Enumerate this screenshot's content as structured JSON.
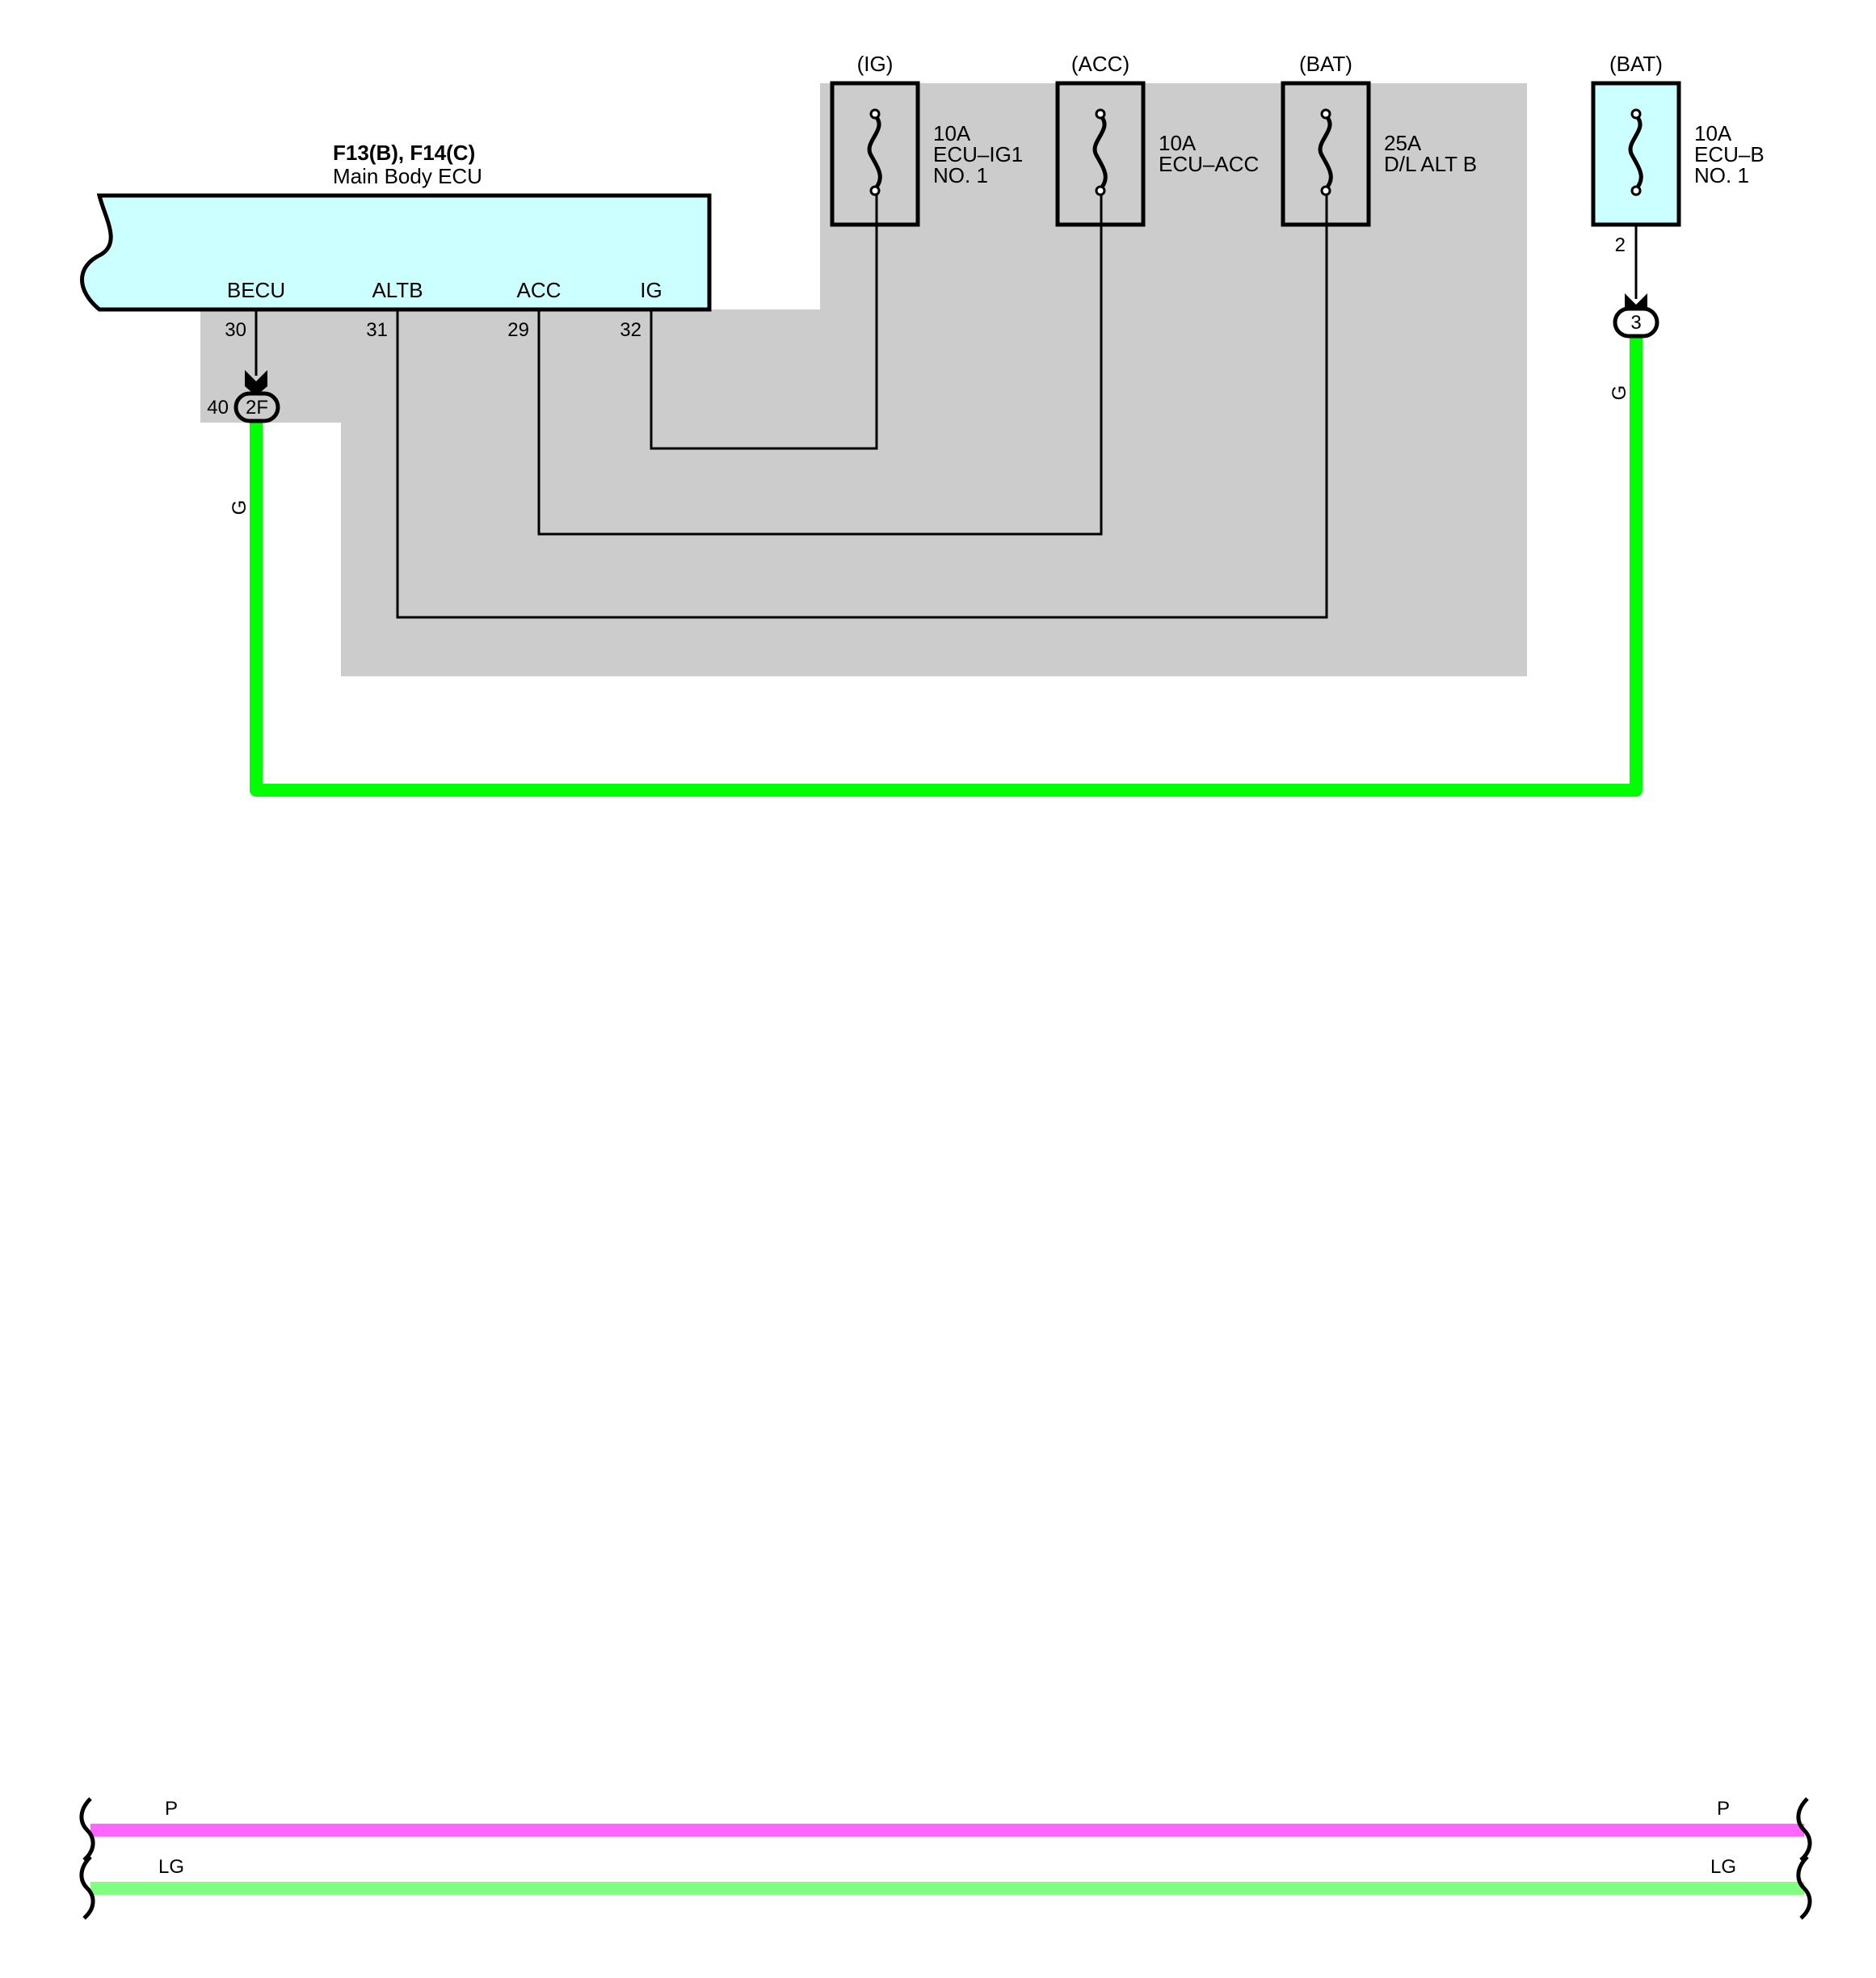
{
  "ecu": {
    "connector": "F13(B), F14(C)",
    "name": "Main Body ECU",
    "terminals": [
      {
        "name": "BECU",
        "pin": "30"
      },
      {
        "name": "ALTB",
        "pin": "31"
      },
      {
        "name": "ACC",
        "pin": "29"
      },
      {
        "name": "IG",
        "pin": "32"
      }
    ]
  },
  "fuses": [
    {
      "source": "(IG)",
      "rating": "10A",
      "name1": "ECU–IG1",
      "name2": "NO. 1"
    },
    {
      "source": "(ACC)",
      "rating": "10A",
      "name1": "ECU–ACC",
      "name2": ""
    },
    {
      "source": "(BAT)",
      "rating": "25A",
      "name1": "D/L ALT B",
      "name2": ""
    },
    {
      "source": "(BAT)",
      "rating": "10A",
      "name1": "ECU–B",
      "name2": "NO. 1"
    }
  ],
  "connectors": {
    "left": {
      "pin": "40",
      "id": "2F"
    },
    "right": {
      "pin": "2",
      "id": "3"
    }
  },
  "wires": {
    "left_color": "G",
    "right_color": "G",
    "bottom_top_left": "P",
    "bottom_top_right": "P",
    "bottom_bottom_left": "LG",
    "bottom_bottom_right": "LG"
  },
  "colors": {
    "ecu_fill": "#ccffff",
    "junction_block": "#cccccc",
    "wire_green": "#00ff00",
    "wire_pink": "#ff66ff",
    "wire_light_green": "#80ff80"
  }
}
